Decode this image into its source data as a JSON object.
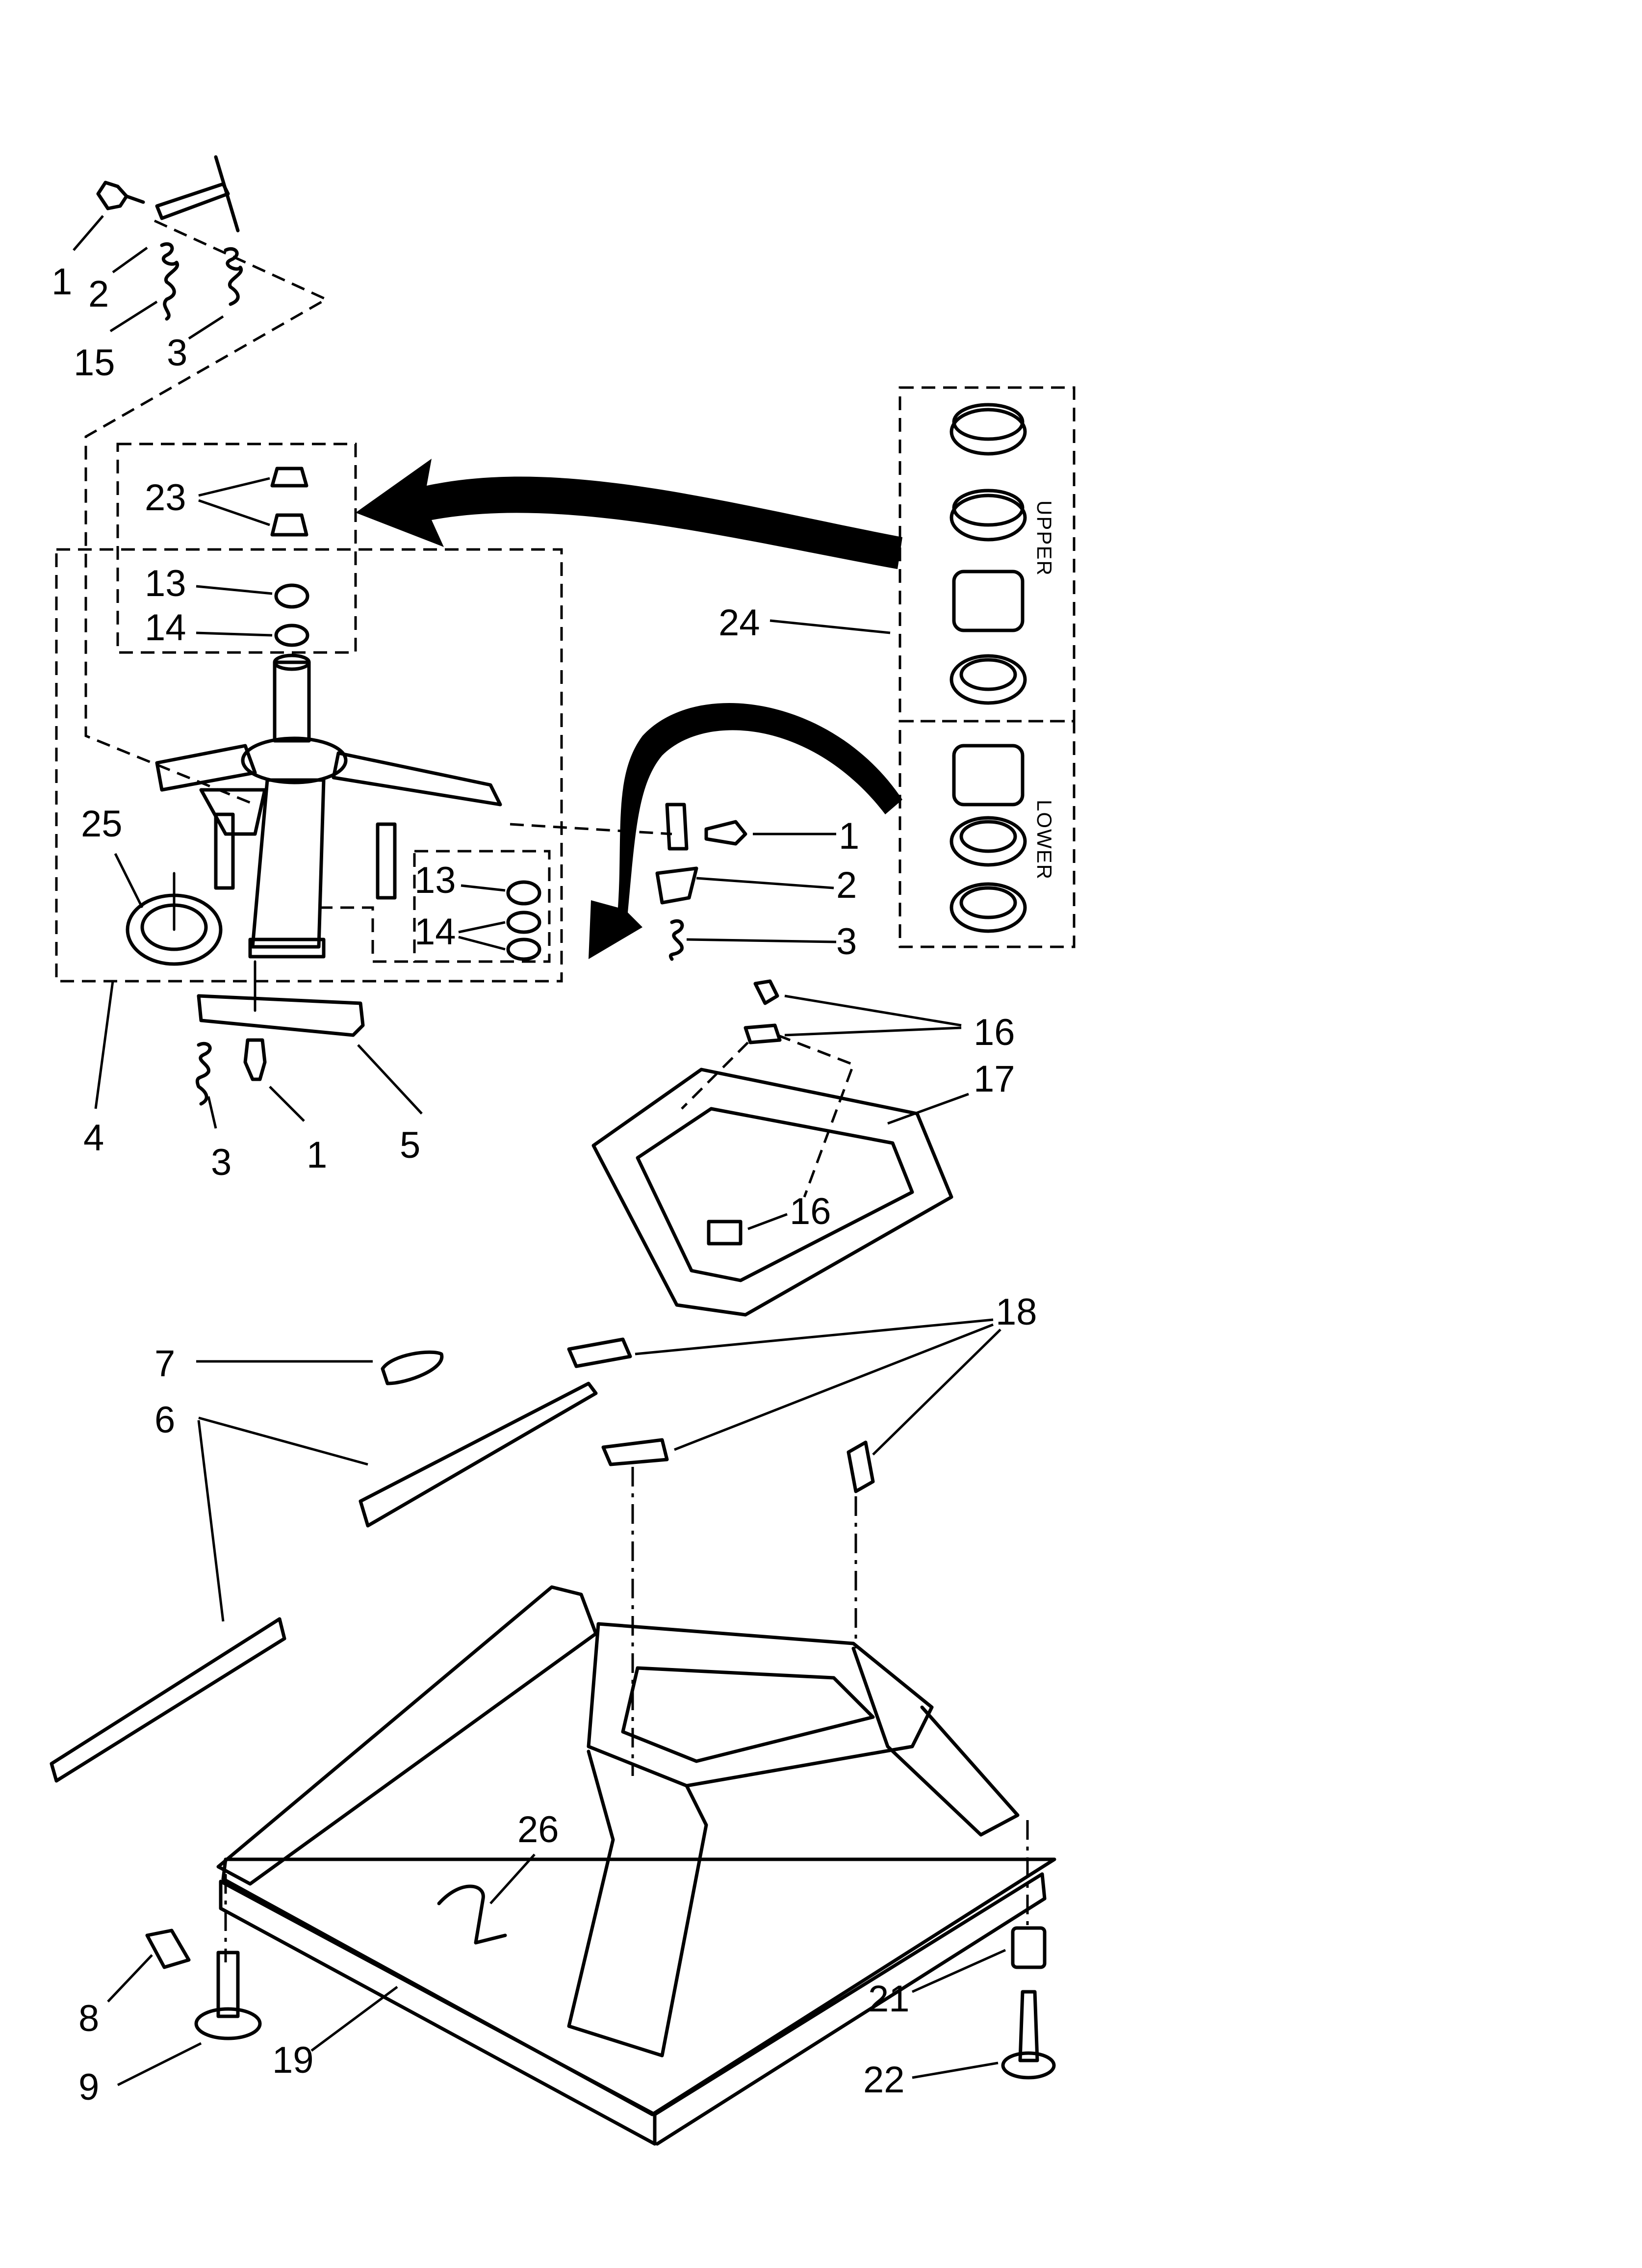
{
  "diagram": {
    "callouts": [
      {
        "id": "c-1-top",
        "text": "1"
      },
      {
        "id": "c-2-top",
        "text": "2"
      },
      {
        "id": "c-15",
        "text": "15"
      },
      {
        "id": "c-3-top",
        "text": "3"
      },
      {
        "id": "c-23",
        "text": "23"
      },
      {
        "id": "c-13-a",
        "text": "13"
      },
      {
        "id": "c-14-a",
        "text": "14"
      },
      {
        "id": "c-24",
        "text": "24"
      },
      {
        "id": "c-25",
        "text": "25"
      },
      {
        "id": "c-13-b",
        "text": "13"
      },
      {
        "id": "c-14-b",
        "text": "14"
      },
      {
        "id": "c-1-right",
        "text": "1"
      },
      {
        "id": "c-2-right",
        "text": "2"
      },
      {
        "id": "c-3-right",
        "text": "3"
      },
      {
        "id": "c-4",
        "text": "4"
      },
      {
        "id": "c-3-bottom",
        "text": "3"
      },
      {
        "id": "c-1-bottom",
        "text": "1"
      },
      {
        "id": "c-5",
        "text": "5"
      },
      {
        "id": "c-16-top",
        "text": "16"
      },
      {
        "id": "c-17",
        "text": "17"
      },
      {
        "id": "c-16-mid",
        "text": "16"
      },
      {
        "id": "c-18",
        "text": "18"
      },
      {
        "id": "c-7",
        "text": "7"
      },
      {
        "id": "c-6",
        "text": "6"
      },
      {
        "id": "c-26",
        "text": "26"
      },
      {
        "id": "c-8",
        "text": "8"
      },
      {
        "id": "c-9",
        "text": "9"
      },
      {
        "id": "c-19",
        "text": "19"
      },
      {
        "id": "c-21",
        "text": "21"
      },
      {
        "id": "c-22",
        "text": "22"
      }
    ],
    "side_labels": {
      "upper": "UPPER",
      "lower": "LOWER"
    }
  }
}
